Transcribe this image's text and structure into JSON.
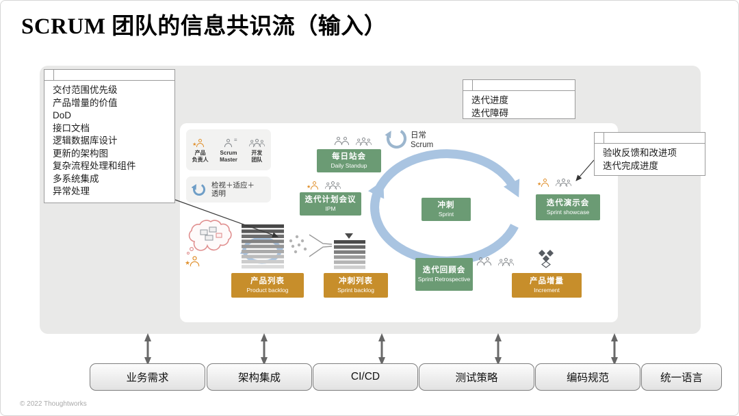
{
  "title": "SCRUM 团队的信息共识流（输入）",
  "copyright": "© 2022 Thoughtworks",
  "callouts": {
    "left": {
      "lines": [
        "交付范围优先级",
        "产品增量的价值",
        "DoD",
        "接口文档",
        "逻辑数据库设计",
        "更新的架构图",
        "复杂流程处理和组件",
        "多系统集成",
        "异常处理"
      ]
    },
    "top_right": {
      "lines": [
        "迭代进度",
        "迭代障碍"
      ]
    },
    "right": {
      "lines": [
        "验收反馈和改进项",
        "迭代完成进度"
      ]
    }
  },
  "legend": {
    "roles": [
      {
        "label": "产品\n负责人"
      },
      {
        "label": "Scrum\nMaster"
      },
      {
        "label": "开发\n团队"
      }
    ],
    "inspect_label": "检视＋适应＋透明"
  },
  "daily_scrum": {
    "zh": "日常",
    "en": "Scrum"
  },
  "nodes": {
    "daily_standup": {
      "zh": "每日站会",
      "en": "Daily Standup"
    },
    "ipm": {
      "zh": "迭代计划会议",
      "en": "IPM"
    },
    "sprint": {
      "zh": "冲刺",
      "en": "Sprint"
    },
    "showcase": {
      "zh": "迭代演示会",
      "en": "Sprint showcase"
    },
    "retrospective": {
      "zh": "迭代回顾会",
      "en": "Sprint Retrospective"
    },
    "product_backlog": {
      "zh": "产品列表",
      "en": "Product backlog"
    },
    "sprint_backlog": {
      "zh": "冲刺列表",
      "en": "Sprint backlog"
    },
    "increment": {
      "zh": "产品增量",
      "en": "Increment"
    }
  },
  "pillars": [
    "业务需求",
    "架构集成",
    "CI/CD",
    "测试策略",
    "编码规范",
    "统一语言"
  ],
  "icons": {
    "star": "★",
    "menu_lines": "≡"
  },
  "colors": {
    "green": "#6b9b74",
    "orange": "#c78e2b",
    "blue": "#a9c4e1",
    "panel": "#e9e9e8"
  }
}
